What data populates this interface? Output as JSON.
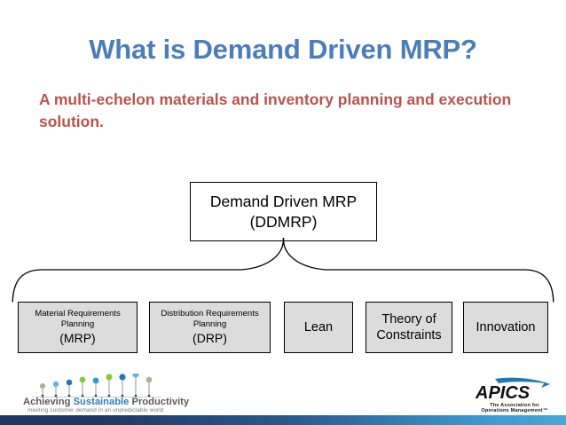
{
  "slide": {
    "title": "What is Demand Driven MRP?",
    "subtitle": "A multi-echelon materials and inventory planning and execution solution."
  },
  "diagram": {
    "root": {
      "line1": "Demand Driven MRP",
      "line2": "(DDMRP)"
    },
    "leaves": [
      {
        "name": "mrp",
        "line1": "Material Requirements",
        "line2": "Planning",
        "line3": "(MRP)"
      },
      {
        "name": "drp",
        "line1": "Distribution Requirements",
        "line2": "Planning",
        "line3": "(DRP)"
      },
      {
        "name": "lean",
        "line1": "Lean",
        "line2": "",
        "line3": ""
      },
      {
        "name": "toc",
        "line1": "Theory of",
        "line2": "Constraints",
        "line3": ""
      },
      {
        "name": "innovation",
        "line1": "Innovation",
        "line2": "",
        "line3": ""
      }
    ]
  },
  "footer": {
    "left_logo": {
      "word1": "Achieving ",
      "word2": "Sustainable",
      "word3": " Productivity",
      "tagline": "meeting customer demand in an unpredictable world"
    },
    "apics_logo": {
      "wordmark": "APICS",
      "sub_line1": "The Association for",
      "sub_line2": "Operations Management™"
    }
  },
  "colors": {
    "title_blue": "#4a7ebb",
    "subtitle_red": "#b9534f",
    "box_fill": "#dcdcdc",
    "box_border": "#000000",
    "bar_left": "#1f3864",
    "bar_right": "#46a7dc"
  }
}
